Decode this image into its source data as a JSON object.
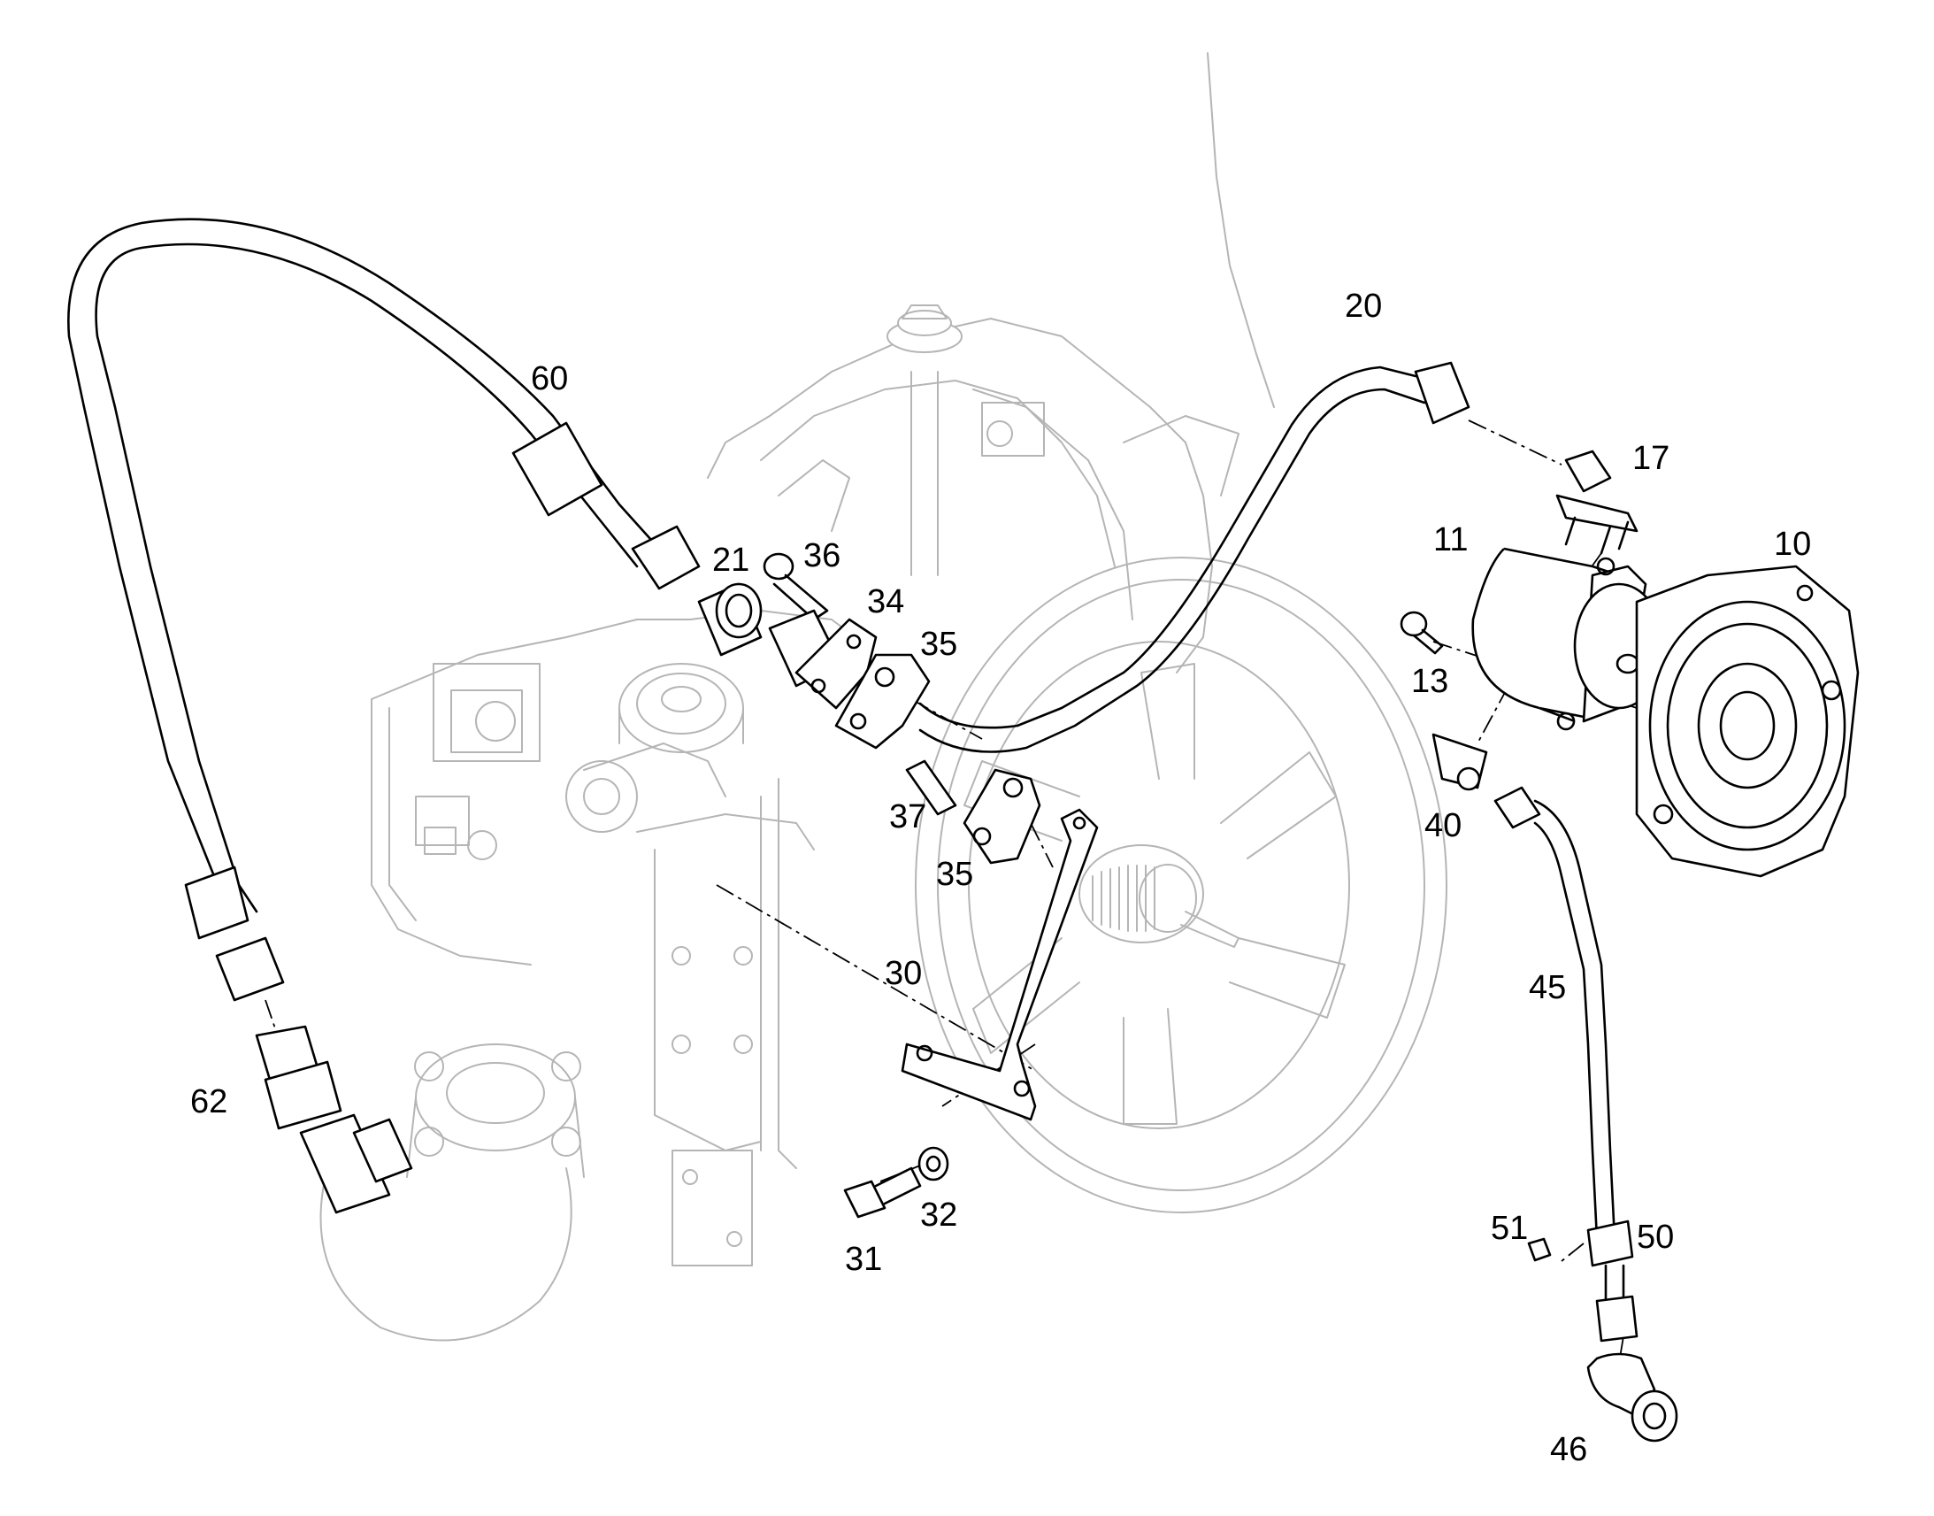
{
  "diagram": {
    "labels": [
      {
        "id": "l60",
        "text": "60"
      },
      {
        "id": "l21",
        "text": "21"
      },
      {
        "id": "l36",
        "text": "36"
      },
      {
        "id": "l34",
        "text": "34"
      },
      {
        "id": "l35a",
        "text": "35"
      },
      {
        "id": "l20",
        "text": "20"
      },
      {
        "id": "l17",
        "text": "17"
      },
      {
        "id": "l11",
        "text": "11"
      },
      {
        "id": "l10",
        "text": "10"
      },
      {
        "id": "l13",
        "text": "13"
      },
      {
        "id": "l40",
        "text": "40"
      },
      {
        "id": "l37",
        "text": "37"
      },
      {
        "id": "l35b",
        "text": "35"
      },
      {
        "id": "l30",
        "text": "30"
      },
      {
        "id": "l45",
        "text": "45"
      },
      {
        "id": "l62",
        "text": "62"
      },
      {
        "id": "l32",
        "text": "32"
      },
      {
        "id": "l31",
        "text": "31"
      },
      {
        "id": "l51",
        "text": "51"
      },
      {
        "id": "l50",
        "text": "50"
      },
      {
        "id": "l46",
        "text": "46"
      }
    ]
  }
}
